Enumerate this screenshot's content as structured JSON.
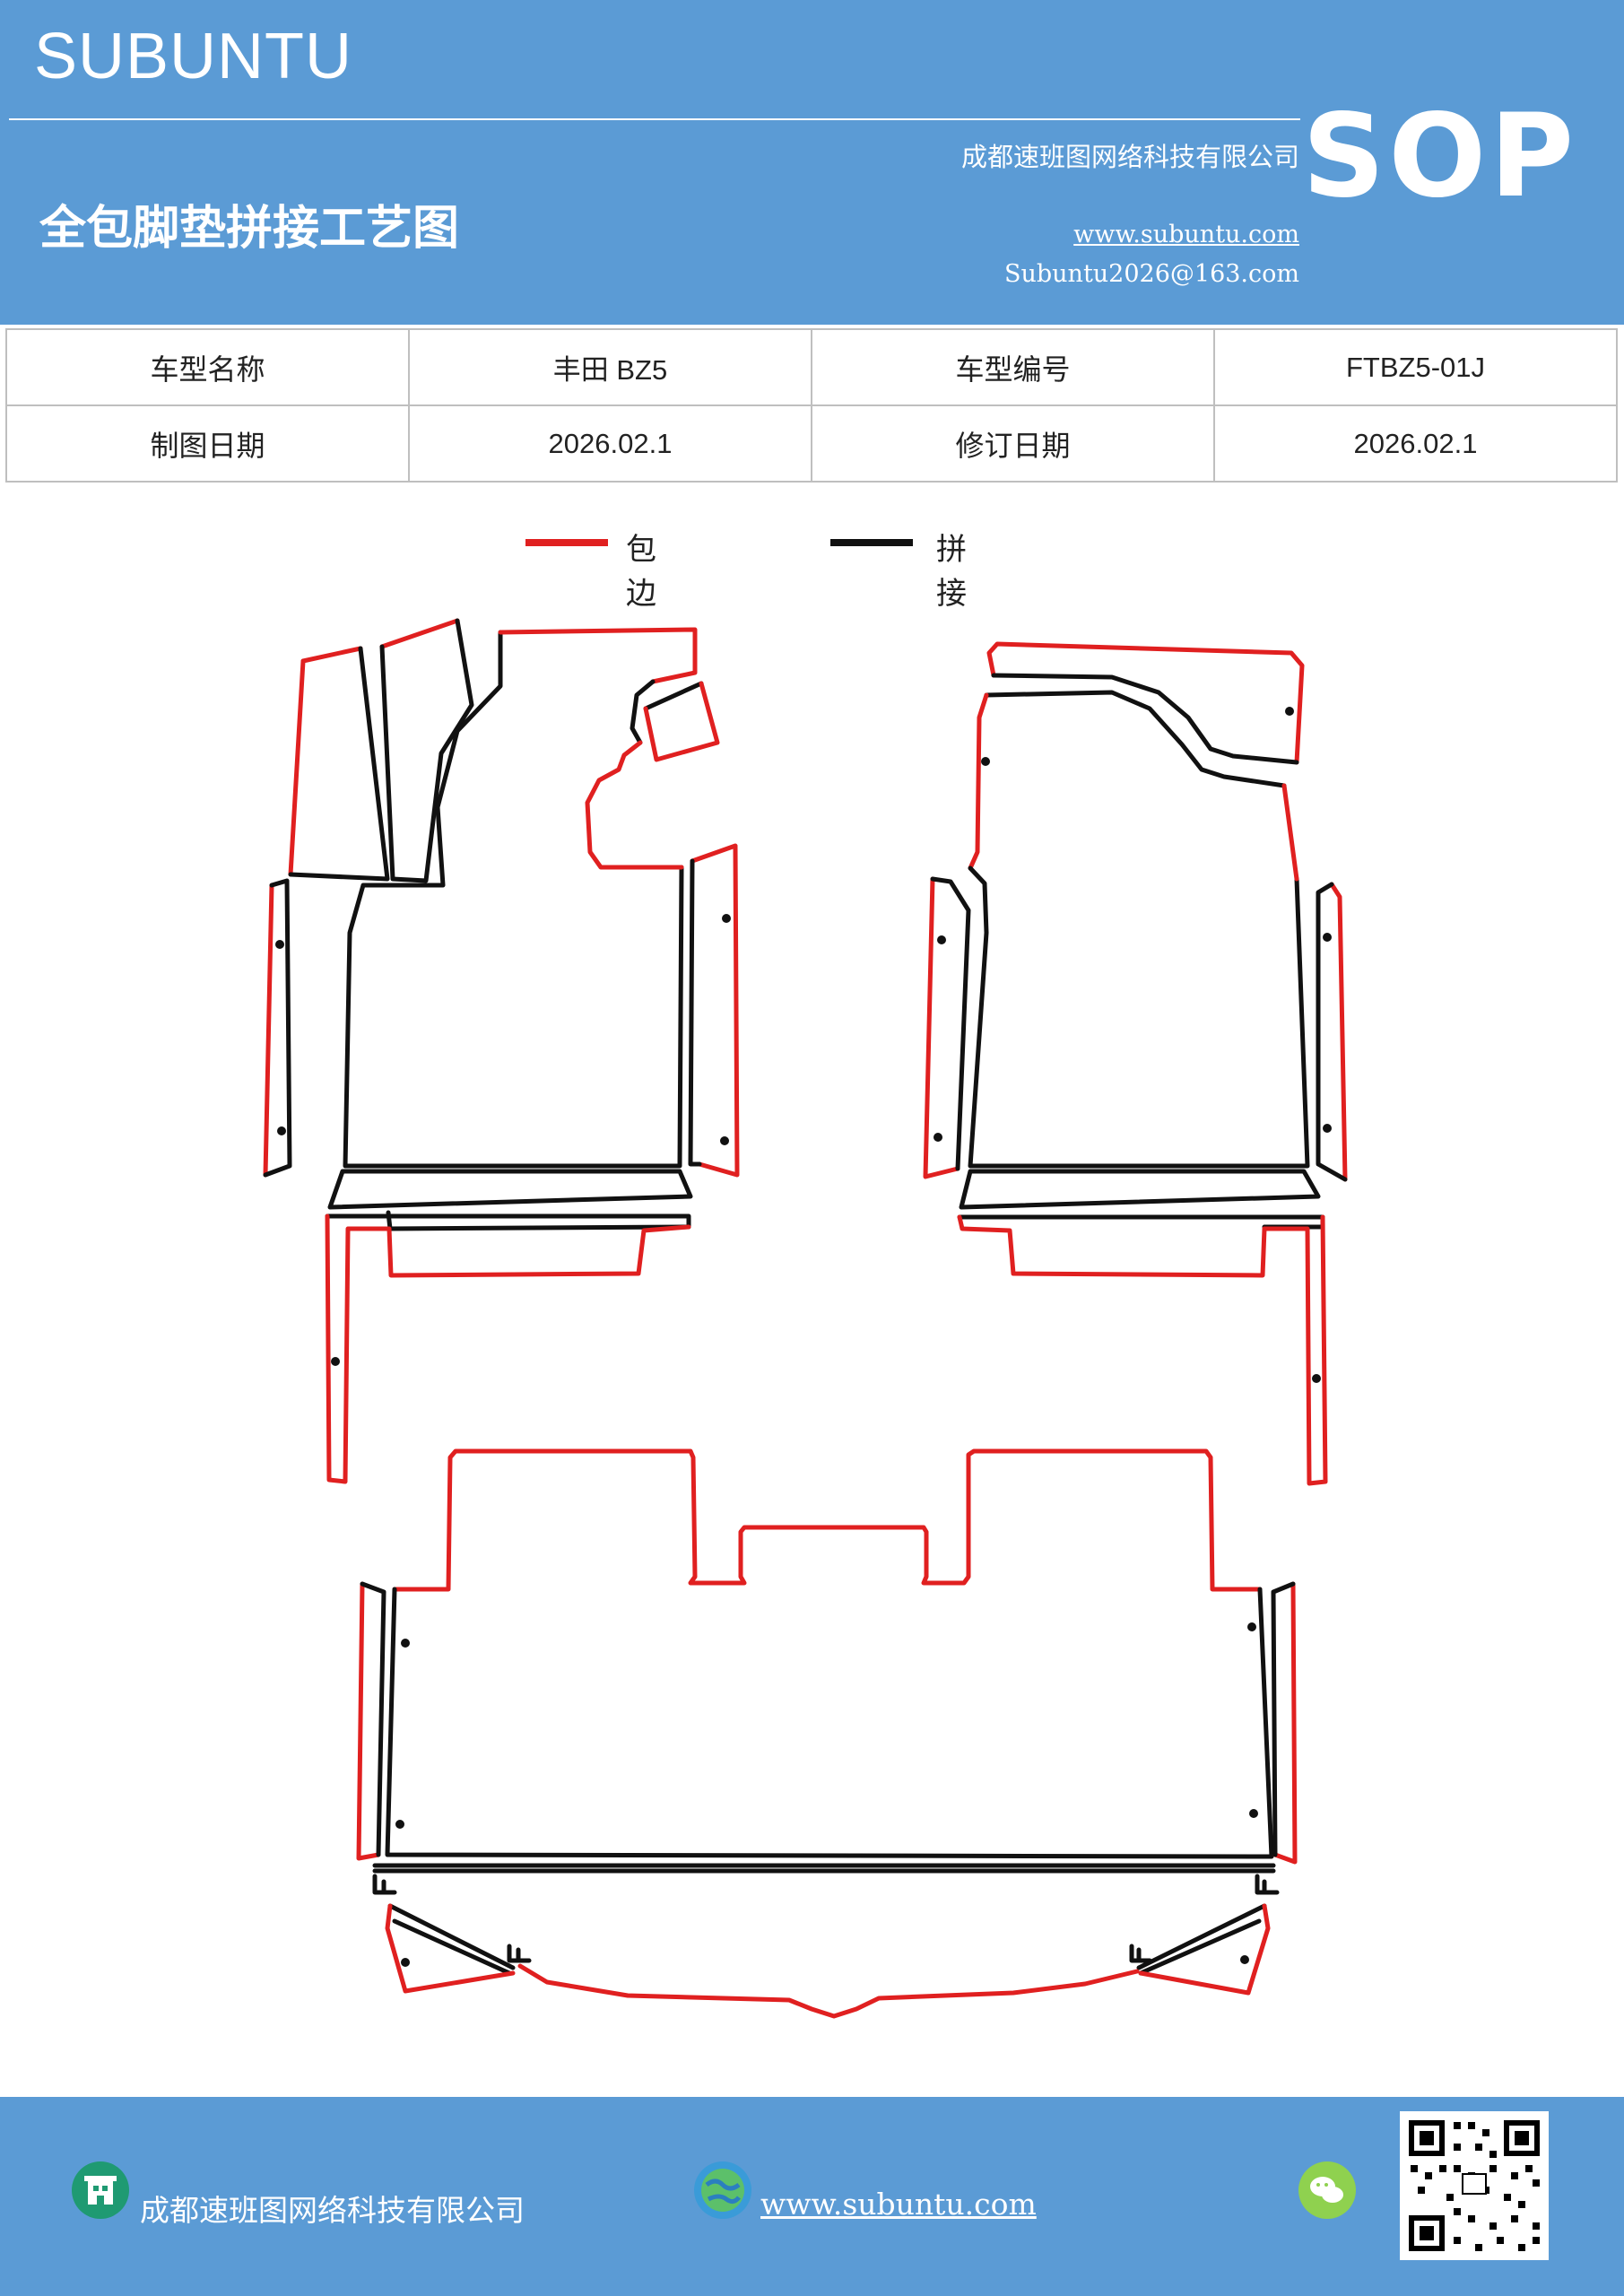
{
  "header": {
    "brand": "SUBUNTU",
    "company": "成都速班图网络科技有限公司",
    "website": "www.subuntu.com",
    "email": "Subuntu2026@163.com",
    "title": "全包脚垫拼接工艺图",
    "badge": "SOP"
  },
  "info": {
    "model_name_label": "车型名称",
    "model_name": "丰田 BZ5",
    "model_code_label": "车型编号",
    "model_code": "FTBZ5-01J",
    "draw_date_label": "制图日期",
    "draw_date": "2026.02.1",
    "revise_date_label": "修订日期",
    "revise_date": "2026.02.1"
  },
  "legend": {
    "edge_label": "包边",
    "edge_color": "#e02020",
    "splice_label": "拼接",
    "splice_color": "#111111"
  },
  "footer": {
    "company": "成都速班图网络科技有限公司",
    "website": "www.subuntu.com",
    "icons": [
      "building-icon",
      "globe-icon",
      "wechat-icon",
      "qr-code"
    ]
  }
}
